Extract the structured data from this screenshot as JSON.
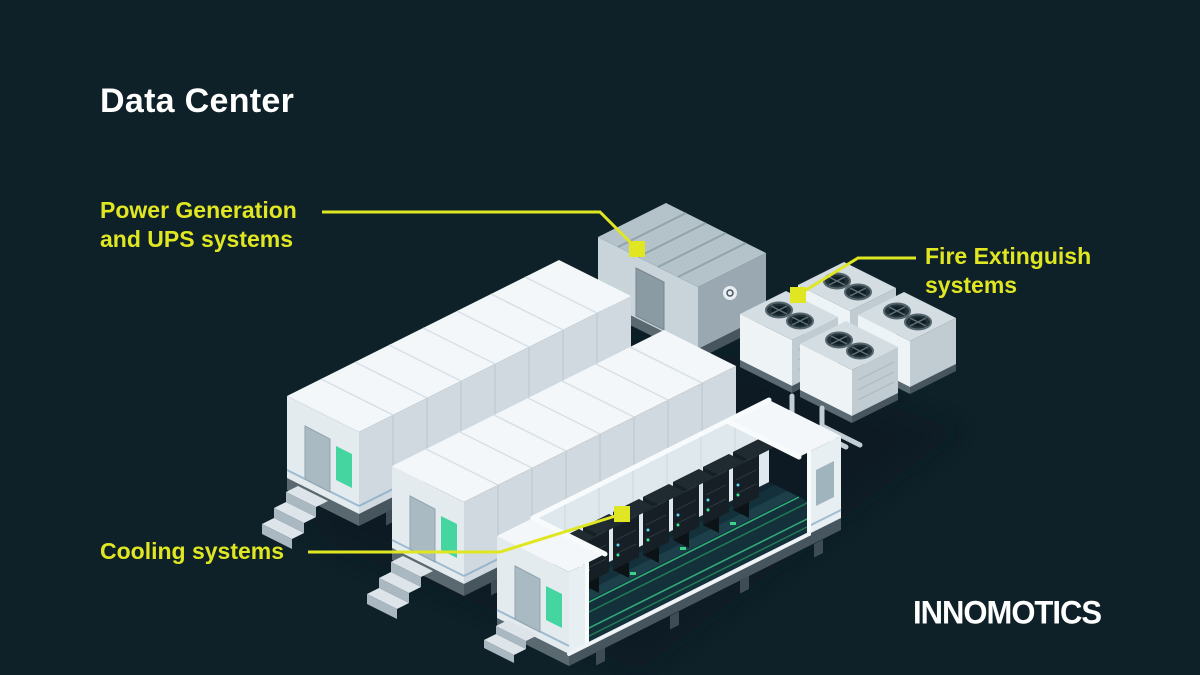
{
  "page": {
    "background": "#0e2128",
    "accent": "#e0e722",
    "text_color": "#ffffff"
  },
  "title": "Data Center",
  "brand": "INNOMOTICS",
  "labels": {
    "power": {
      "line1": "Power Generation",
      "line2": "and UPS systems"
    },
    "fire": {
      "line1": "Fire Extinguish",
      "line2": "systems"
    },
    "cooling": {
      "line1": "Cooling systems"
    }
  },
  "illustration": {
    "scene": "isometric-data-center",
    "elements": {
      "power_unit": "power-generation-unit",
      "containers": "ups-container-modules",
      "hall": "server-rack-hall-cutaway",
      "cooling": "cooling-fan-units"
    },
    "colors": {
      "container_top": "#f3f7f9",
      "container_side": "#cfd9df",
      "container_end": "#e4ebef",
      "interior_floor": "#14303a",
      "trace_green": "#2fae76",
      "rack_dark": "#161f25",
      "power_unit_gray": "#9aa9b1",
      "marker_yellow": "#e0e722"
    }
  }
}
